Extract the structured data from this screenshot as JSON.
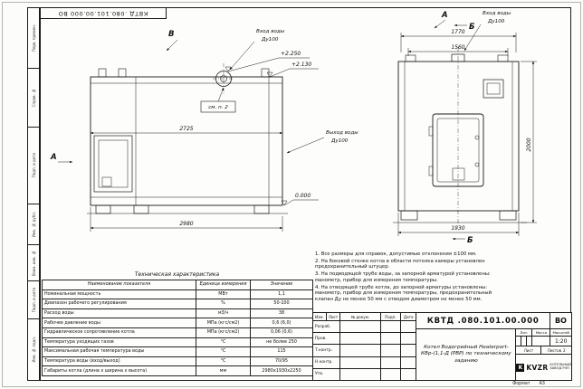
{
  "stamp": {
    "doc_number": "КВТД .080.101.00.000 ВО"
  },
  "left_margin": {
    "labels": [
      "Перв. примен.",
      "Справ. №",
      "Подп. и дата",
      "Инв. № дубл.",
      "Взам. инв. №",
      "Подп. и дата",
      "Инв. № подл."
    ]
  },
  "views": {
    "side": {
      "label_b": "В",
      "label_a": "А",
      "inlet_line1": "Вход воды",
      "inlet_line2": "Ду100",
      "outlet_line1": "Выход воды",
      "outlet_line2": "Ду100",
      "see_note": "см. п. 2",
      "level1": "+2.250",
      "level2": "+2.130",
      "level0": "0.000",
      "dim_inner": "2725",
      "dim_overall": "2980"
    },
    "front": {
      "label_a": "А",
      "label_b": "Б",
      "inlet_line1": "Вход воды",
      "inlet_line2": "Ду100",
      "dim_top": "1770",
      "dim_mid": "1560",
      "dim_bottom": "1930",
      "dim_height": "2000"
    }
  },
  "notes": {
    "items": [
      "1.  Все размеры для справок, допустимые отклонения ±100 мм.",
      "2.  На боковой стенке котла в области потолка камеры установлен предохранительный штуцер.",
      "3.  На подводящей трубе воды, за запорной арматурой установлены: манометр, прибор для измерения температуры.",
      "4.  На отводящей трубе котла, до запорной арматуры установлены: манометр, прибор для измерения температуры, предохранительный клапан Ду не менее 50 мм с отводом диаметром не менее 50 мм."
    ]
  },
  "tech_table": {
    "title": "Техническая характеристика",
    "headers": [
      "Наименование показателя",
      "Единица измерения",
      "Значение"
    ],
    "rows": [
      [
        "Номинальная мощность",
        "МВт",
        "1,1"
      ],
      [
        "Диапазон рабочего регулирования",
        "%",
        "50-100"
      ],
      [
        "Расход воды",
        "м3/ч",
        "38"
      ],
      [
        "Рабочее давление воды",
        "МПа (кгс/см2)",
        "0,6 (6,0)"
      ],
      [
        "Гидравлическое сопротивление котла",
        "МПа (кгс/см2)",
        "0,06 (0,6)"
      ],
      [
        "Температура уходящих газов",
        "°С",
        "не более 250"
      ],
      [
        "Максимальная рабочая температура воды",
        "°С",
        "115"
      ],
      [
        "Температура воды (вход/выход)",
        "°С",
        "70/95"
      ],
      [
        "Габариты котла (длина х ширина х высота)",
        "мм",
        "2980х1930х2250"
      ]
    ]
  },
  "title_block": {
    "doc_number": "КВТД .080.101.00.000",
    "doc_code": "ВО",
    "product_title": "Котел Водогрейный Heaterport- КВр-(1,1-Д (РВР) по техническому заданию",
    "header_cells": [
      "Изм.",
      "Лист",
      "№ докум.",
      "Подп.",
      "Дата"
    ],
    "roles": [
      "Разраб.",
      "Пров.",
      "Т.контр.",
      "Н.контр.",
      "Утв."
    ],
    "lit_label": "Лит.",
    "mass_label": "Масса",
    "scale_label": "Масштаб",
    "scale_value": "1:20",
    "sheet_label": "Лист",
    "sheets_label": "Листов",
    "sheets_value": "2",
    "logo_letter": "K",
    "logo_text": "KVZR",
    "company_line1": "КОТЕЛЬНЫЙ",
    "company_line2": "ЗАВОД РЭП",
    "format_label": "Формат",
    "format_value": "А3"
  }
}
